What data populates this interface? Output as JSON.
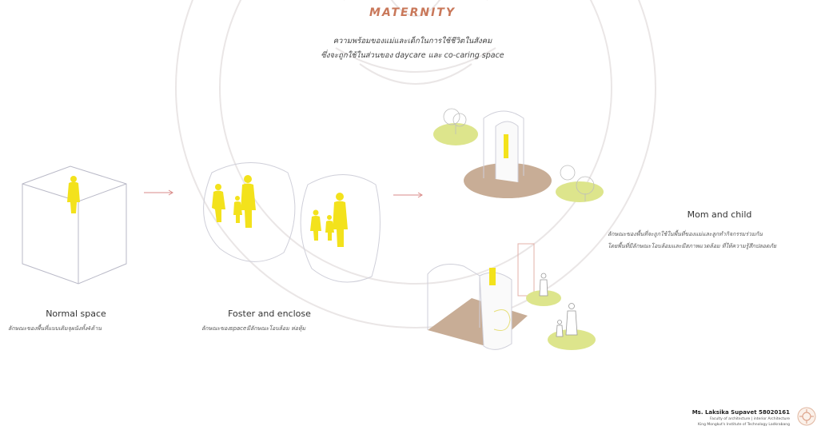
{
  "header": {
    "title": "MATERNITY",
    "subtitle_1": "ความพร้อมของแม่และเด็กในการใช้ชีวิตในสังคม",
    "subtitle_2": "ซึ่งจะถูกใช้ในส่วนของ daycare และ co-caring space"
  },
  "stages": [
    {
      "title": "Normal space",
      "description": "ลักษณะของพื้นที่แบบเดิมจุผนังทั้ง4ด้าน"
    },
    {
      "title": "Foster and enclose",
      "description": "ลักษณะของspaceมีลักษณะโอบล้อม ห่อหุ้ม"
    },
    {
      "title": "Mom and child",
      "description_1": "ลักษณะของพื้นที่จะถูกใช้ในพื้นที่ของแม่และลูกทำกิจกรรมร่วมกัน",
      "description_2": "โดยพื้นที่มีลักษณะโอบล้อมและมีสภาพแวดล้อม ที่ให้ความรู้สึกปลอดภัย"
    }
  ],
  "credits": {
    "name": "Ms. Laksika Supavet 58020161",
    "line_1": "Faculty of architecture | interior Architecture",
    "line_2": "King Mongkut's Institute of Technology Ladkrabang"
  },
  "colors": {
    "accent": "#c9785a",
    "figure": "#f3e21c",
    "grass": "#dde58c",
    "floor": "#c8ad96",
    "arrow": "#d98a88"
  }
}
